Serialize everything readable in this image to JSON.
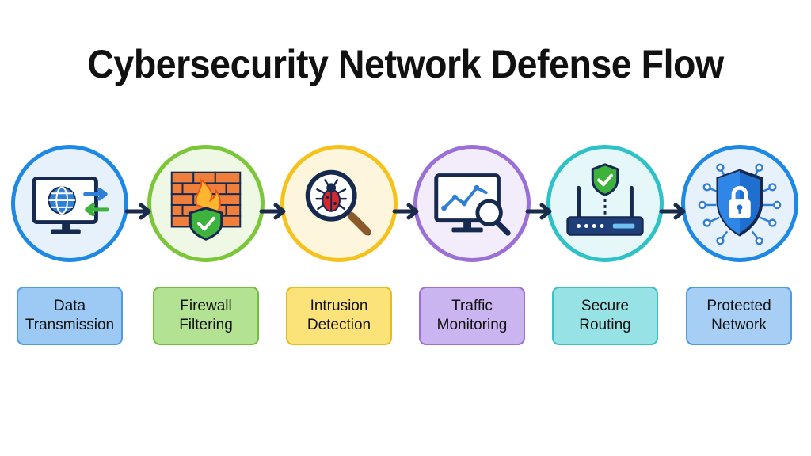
{
  "title": "Cybersecurity Network Defense Flow",
  "steps": [
    {
      "label": "Data\nTransmission",
      "icon": "monitor-globe-transfer-icon",
      "color": "#1e88e5",
      "fill": "#e6f1fc",
      "label_bg": "#9ccaf5",
      "label_border": "#4f9be6"
    },
    {
      "label": "Firewall\nFiltering",
      "icon": "firewall-shield-icon",
      "color": "#7cc63a",
      "fill": "#eef8e4",
      "label_bg": "#b4e293",
      "label_border": "#72bf3c"
    },
    {
      "label": "Intrusion\nDetection",
      "icon": "bug-magnifier-icon",
      "color": "#f4c21b",
      "fill": "#fdf6dc",
      "label_bg": "#fbe37a",
      "label_border": "#e9bc1c"
    },
    {
      "label": "Traffic\nMonitoring",
      "icon": "monitor-chart-magnifier-icon",
      "color": "#9b6fd8",
      "fill": "#f2ecfb",
      "label_bg": "#cbb5f0",
      "label_border": "#9b70d8"
    },
    {
      "label": "Secure\nRouting",
      "icon": "router-shield-icon",
      "color": "#2dc2c8",
      "fill": "#e5f7f8",
      "label_bg": "#97e2e4",
      "label_border": "#3cbfc5"
    },
    {
      "label": "Protected\nNetwork",
      "icon": "network-lock-shield-icon",
      "color": "#1e88e5",
      "fill": "#e6f1fc",
      "label_bg": "#a7cff5",
      "label_border": "#4f9be6"
    }
  ],
  "colors": {
    "navy": "#16294f",
    "arrow": "#1a2a4a",
    "check_green": "#3db33d"
  }
}
